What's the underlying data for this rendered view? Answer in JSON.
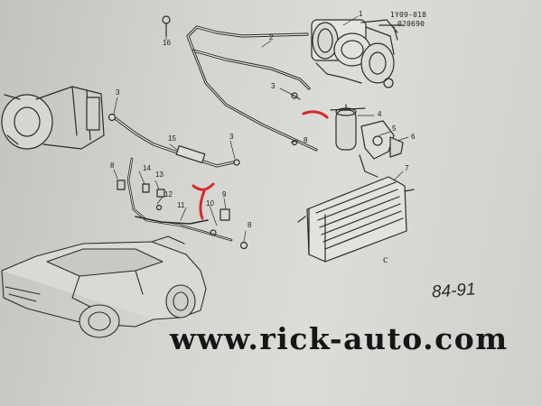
{
  "diagram": {
    "catalog_code_line1": "1Y09-018",
    "catalog_code_line2": "020690",
    "callouts": {
      "c1": "1",
      "c2": "2",
      "c3a": "3",
      "c3b": "3",
      "c3c": "3",
      "c4": "4",
      "c5": "5",
      "c6": "6",
      "c7": "7",
      "c8a": "8",
      "c8b": "8",
      "c8c": "8",
      "c9": "9",
      "c10": "10",
      "c11": "11",
      "c12": "12",
      "c13": "13",
      "c14": "14",
      "c15": "15",
      "c16": "16"
    },
    "scribble_mark": "c"
  },
  "annotation": {
    "handwritten_years": "84-91",
    "marker_color": "#d42a2a"
  },
  "watermark": {
    "website": "www.rick-auto.com"
  }
}
